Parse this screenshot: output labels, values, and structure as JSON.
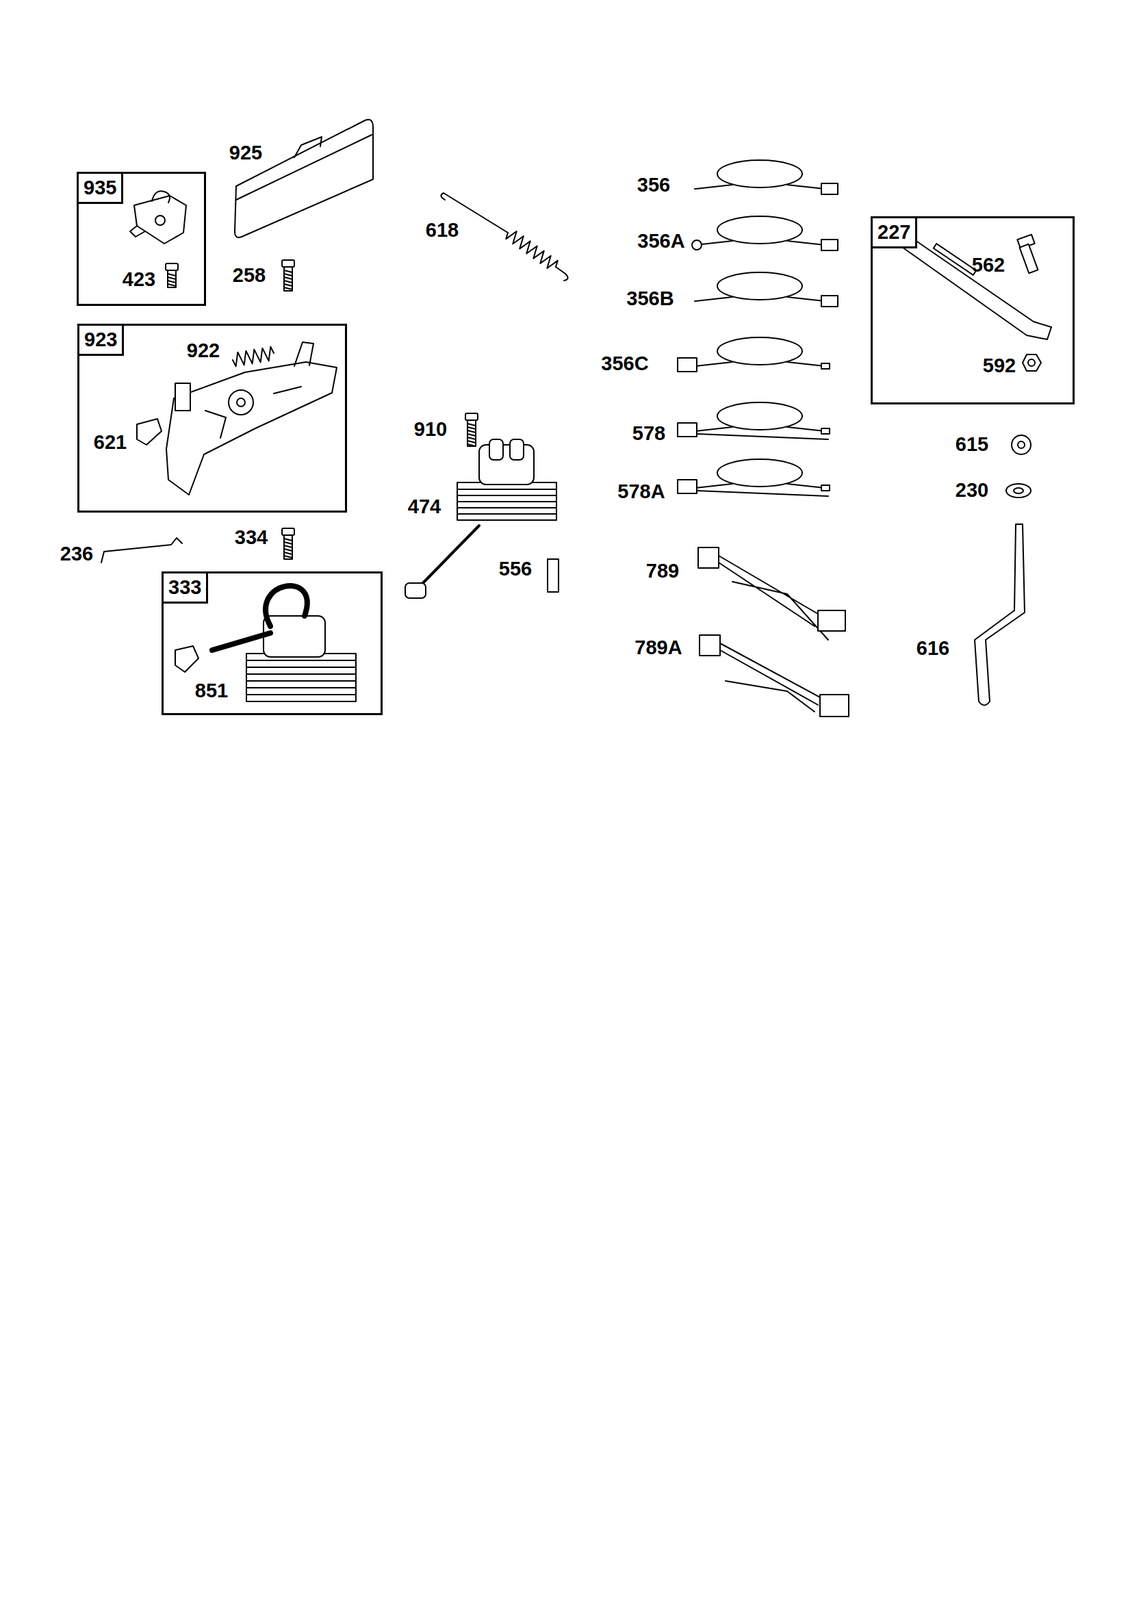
{
  "diagram": {
    "nodes": [
      {
        "text": [
          "935",
          "423"
        ]
      },
      {
        "text": [
          "923",
          "922",
          "621"
        ]
      },
      {
        "text": [
          "333",
          "851"
        ]
      },
      {
        "text": [
          "227",
          "562",
          "592"
        ]
      }
    ],
    "labels": [
      "925",
      "258",
      "618",
      "910",
      "474",
      "236",
      "334",
      "556",
      "356",
      "356A",
      "356B",
      "356C",
      "578",
      "578A",
      "789",
      "789A",
      "615",
      "230",
      "616"
    ]
  }
}
